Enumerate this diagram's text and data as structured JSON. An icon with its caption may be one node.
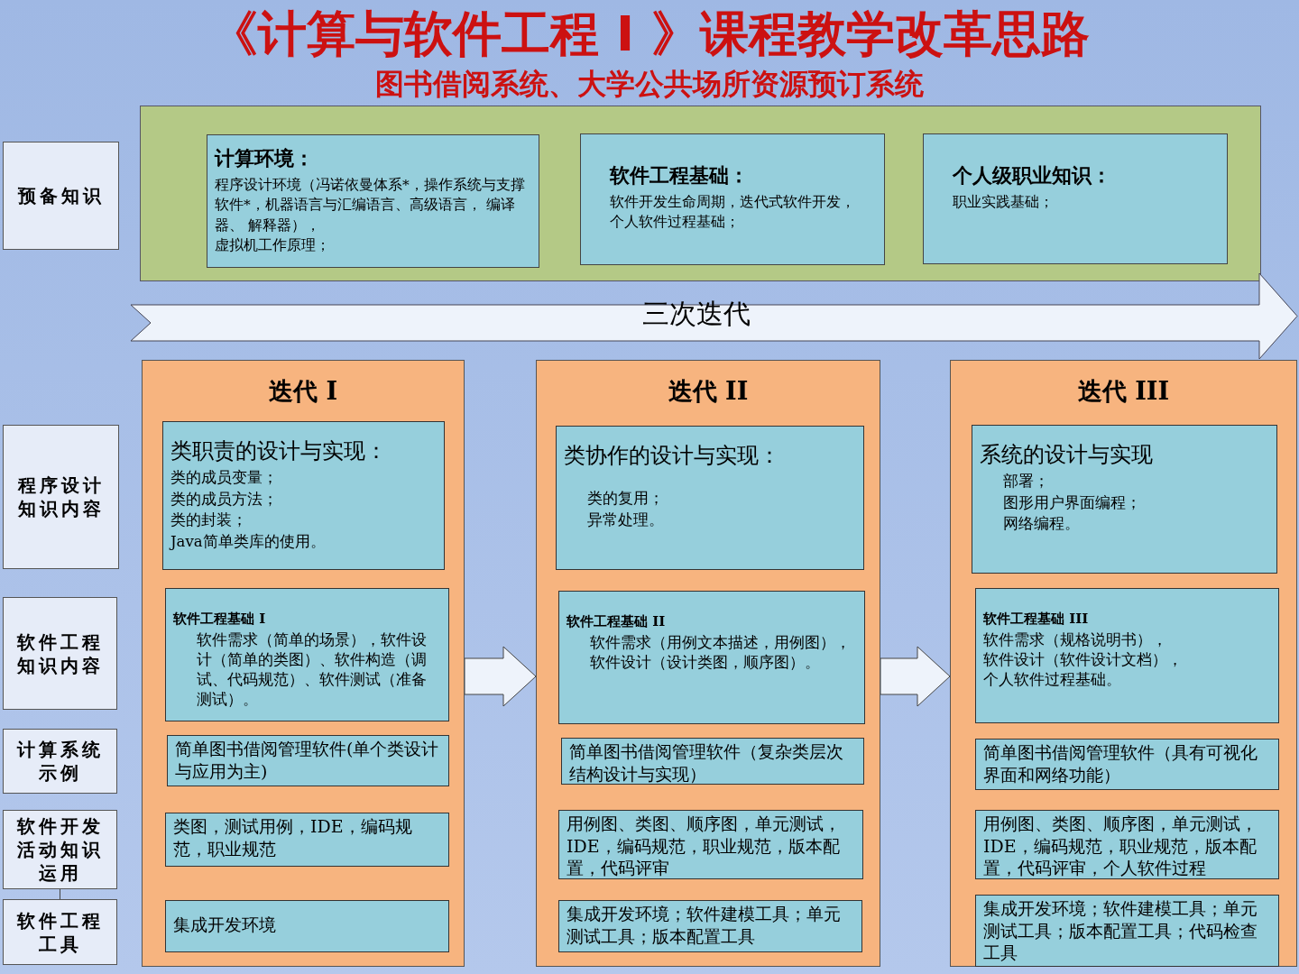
{
  "diagram": {
    "title": "《计算与软件工程 I 》课程教学改革思路",
    "nodes": [
      {
        "text": [
          "预备知识"
        ]
      },
      {
        "text": [
          "程序设计知识内容"
        ]
      },
      {
        "text": [
          "软件工程知识内容"
        ]
      },
      {
        "text": [
          "计算系统示例"
        ]
      },
      {
        "text": [
          "软件开发活动知识运用"
        ]
      },
      {
        "text": [
          "软件工程工具"
        ]
      },
      {
        "text": [],
        "shape": "box"
      },
      {
        "text": [
          "计算环境：",
          "程序设计环境（冯诺依曼体系*，操作系统与支撑软件*，机器语言与汇编语言、高级语言， 编译器、 解释器），",
          "虚拟机工作原理；"
        ],
        "in": 6
      },
      {
        "text": [
          "软件工程基础：",
          "软件开发生命周期，迭代式软件开发，个人软件过程基础；"
        ],
        "in": 6
      },
      {
        "text": [
          "个人级职业知识：",
          "职业实践基础；"
        ],
        "in": 6
      },
      {
        "text": [
          "三次迭代"
        ]
      },
      {
        "text": [
          "迭代 I"
        ]
      },
      {
        "text": [
          "类职责的设计与实现：",
          "类的成员变量；",
          "类的成员方法；",
          "类的封装；",
          "Java简单类库的使用。"
        ],
        "in": 11
      },
      {
        "text": [
          "软件工程基础 I",
          "软件需求（简单的场景），软件设计（简单的类图）、软件构造（调试、代码规范）、软件测试（准备测试）。"
        ],
        "in": 11
      },
      {
        "text": [
          "简单图书借阅管理软件(单个类设计与应用为主)"
        ],
        "in": 11
      },
      {
        "text": [
          "类图，测试用例，IDE，编码规范，职业规范"
        ],
        "in": 11
      },
      {
        "text": [
          "集成开发环境"
        ],
        "in": 11
      },
      {
        "text": [
          "迭代 II"
        ]
      },
      {
        "text": [
          "类协作的设计与实现：",
          "类的复用；",
          "异常处理。"
        ],
        "in": 17
      },
      {
        "text": [
          "软件工程基础 II",
          "软件需求（用例文本描述，用例图），软件设计（设计类图，顺序图）。"
        ],
        "in": 17
      },
      {
        "text": [
          "简单图书借阅管理软件（复杂类层次结构设计与实现）"
        ],
        "in": 17
      },
      {
        "text": [
          "用例图、类图、顺序图，单元测试，IDE，编码规范，职业规范，版本配置，代码评审"
        ],
        "in": 17
      },
      {
        "text": [
          "集成开发环境；软件建模工具；单元测试工具；版本配置工具"
        ],
        "in": 17
      },
      {
        "text": [
          "迭代 III"
        ]
      },
      {
        "text": [
          "系统的设计与实现",
          "部署；",
          "图形用户界面编程；",
          "网络编程。"
        ],
        "in": 23
      },
      {
        "text": [
          "软件工程基础 III",
          "软件需求（规格说明书），",
          "软件设计（软件设计文档），",
          "个人软件过程基础。"
        ],
        "in": 23
      },
      {
        "text": [
          "简单图书借阅管理软件（具有可视化界面和网络功能）"
        ],
        "in": 23
      },
      {
        "text": [
          "用例图、类图、顺序图，单元测试，IDE，编码规范，职业规范，版本配置，代码评审，个人软件过程"
        ],
        "in": 23
      },
      {
        "text": [
          "集成开发环境；软件建模工具；单元测试工具；版本配置工具；代码检查工具"
        ],
        "in": 23
      }
    ],
    "edges": [
      {
        "from": 11,
        "to": 17,
        "arrow": "to"
      },
      {
        "from": 17,
        "to": 23,
        "arrow": "to"
      },
      {
        "from": 4,
        "to": 5,
        "arrow": "none"
      }
    ],
    "labels": [
      "图书借阅系统、大学公共场所资源预订系统"
    ]
  }
}
